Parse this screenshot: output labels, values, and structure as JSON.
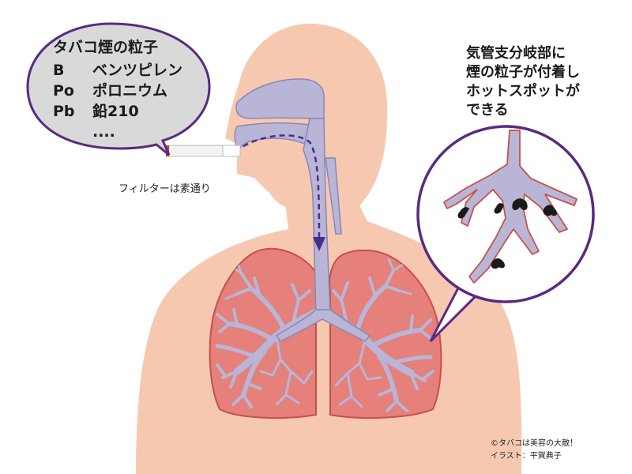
{
  "bubble": {
    "title": "タバコ煙の粒子",
    "items": [
      {
        "symbol": "B",
        "name": "ベンツピレン"
      },
      {
        "symbol": "Po",
        "name": "ポロニウム"
      },
      {
        "symbol": "Pb",
        "name": "鉛210"
      },
      {
        "symbol": "",
        "name": "...."
      }
    ]
  },
  "filter_note": "フィルターは素通り",
  "hotspot_note": "気管支分岐部に\n煙の粒子が付着し\nホットスポットが\nできる",
  "credit": "©タバコは美容の大敵！\nイラスト：平賀典子",
  "colors": {
    "skin": "#f6c8b0",
    "lung": "#e5807a",
    "lung_outline": "#c8504b",
    "airway": "#b9b5d6",
    "airway_outline": "#8a86b5",
    "bubble_fill": "#d9d9d9",
    "bubble_outline": "#5a2a7f",
    "smoke_path": "#4a2c8a",
    "deposit": "#1a1a1a"
  }
}
